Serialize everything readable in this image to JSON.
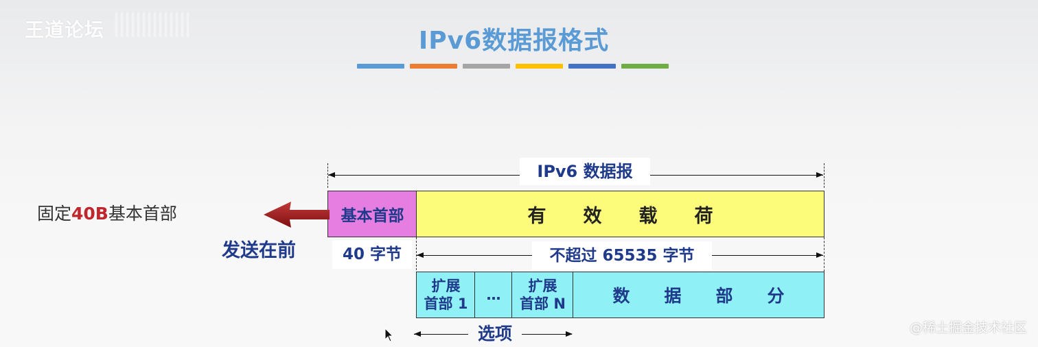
{
  "watermark_top_left": "王道论坛",
  "title": "IPv6数据报格式",
  "color_bar": [
    "#5b9bd5",
    "#ed7d31",
    "#a5a5a5",
    "#ffc000",
    "#4472c4",
    "#70ad47"
  ],
  "diagram": {
    "datagram_label": "IPv6 数据报",
    "base_header_label": "基本首部",
    "payload_label": "有　　效　　载　　荷",
    "base_header_size": "40 字节",
    "payload_size": "不超过 65535 字节",
    "ext_header_1": [
      "扩展",
      "首部 1"
    ],
    "ellipsis": "…",
    "ext_header_n": [
      "扩展",
      "首部 N"
    ],
    "data_part_label": "数　　据　　部　　分",
    "options_label": "选项",
    "colors": {
      "base_header": "#e67de0",
      "payload": "#fdfb7a",
      "extension": "#8ff0f6",
      "text_blue": "#1f3a8a",
      "arrow_red": "#a01a1a"
    }
  },
  "side": {
    "fixed_prefix": "固定",
    "fixed_accent": "40B",
    "fixed_suffix": "基本首部",
    "send_first": "发送在前"
  },
  "watermark_bottom_right": "@稀土掘金技术社区"
}
